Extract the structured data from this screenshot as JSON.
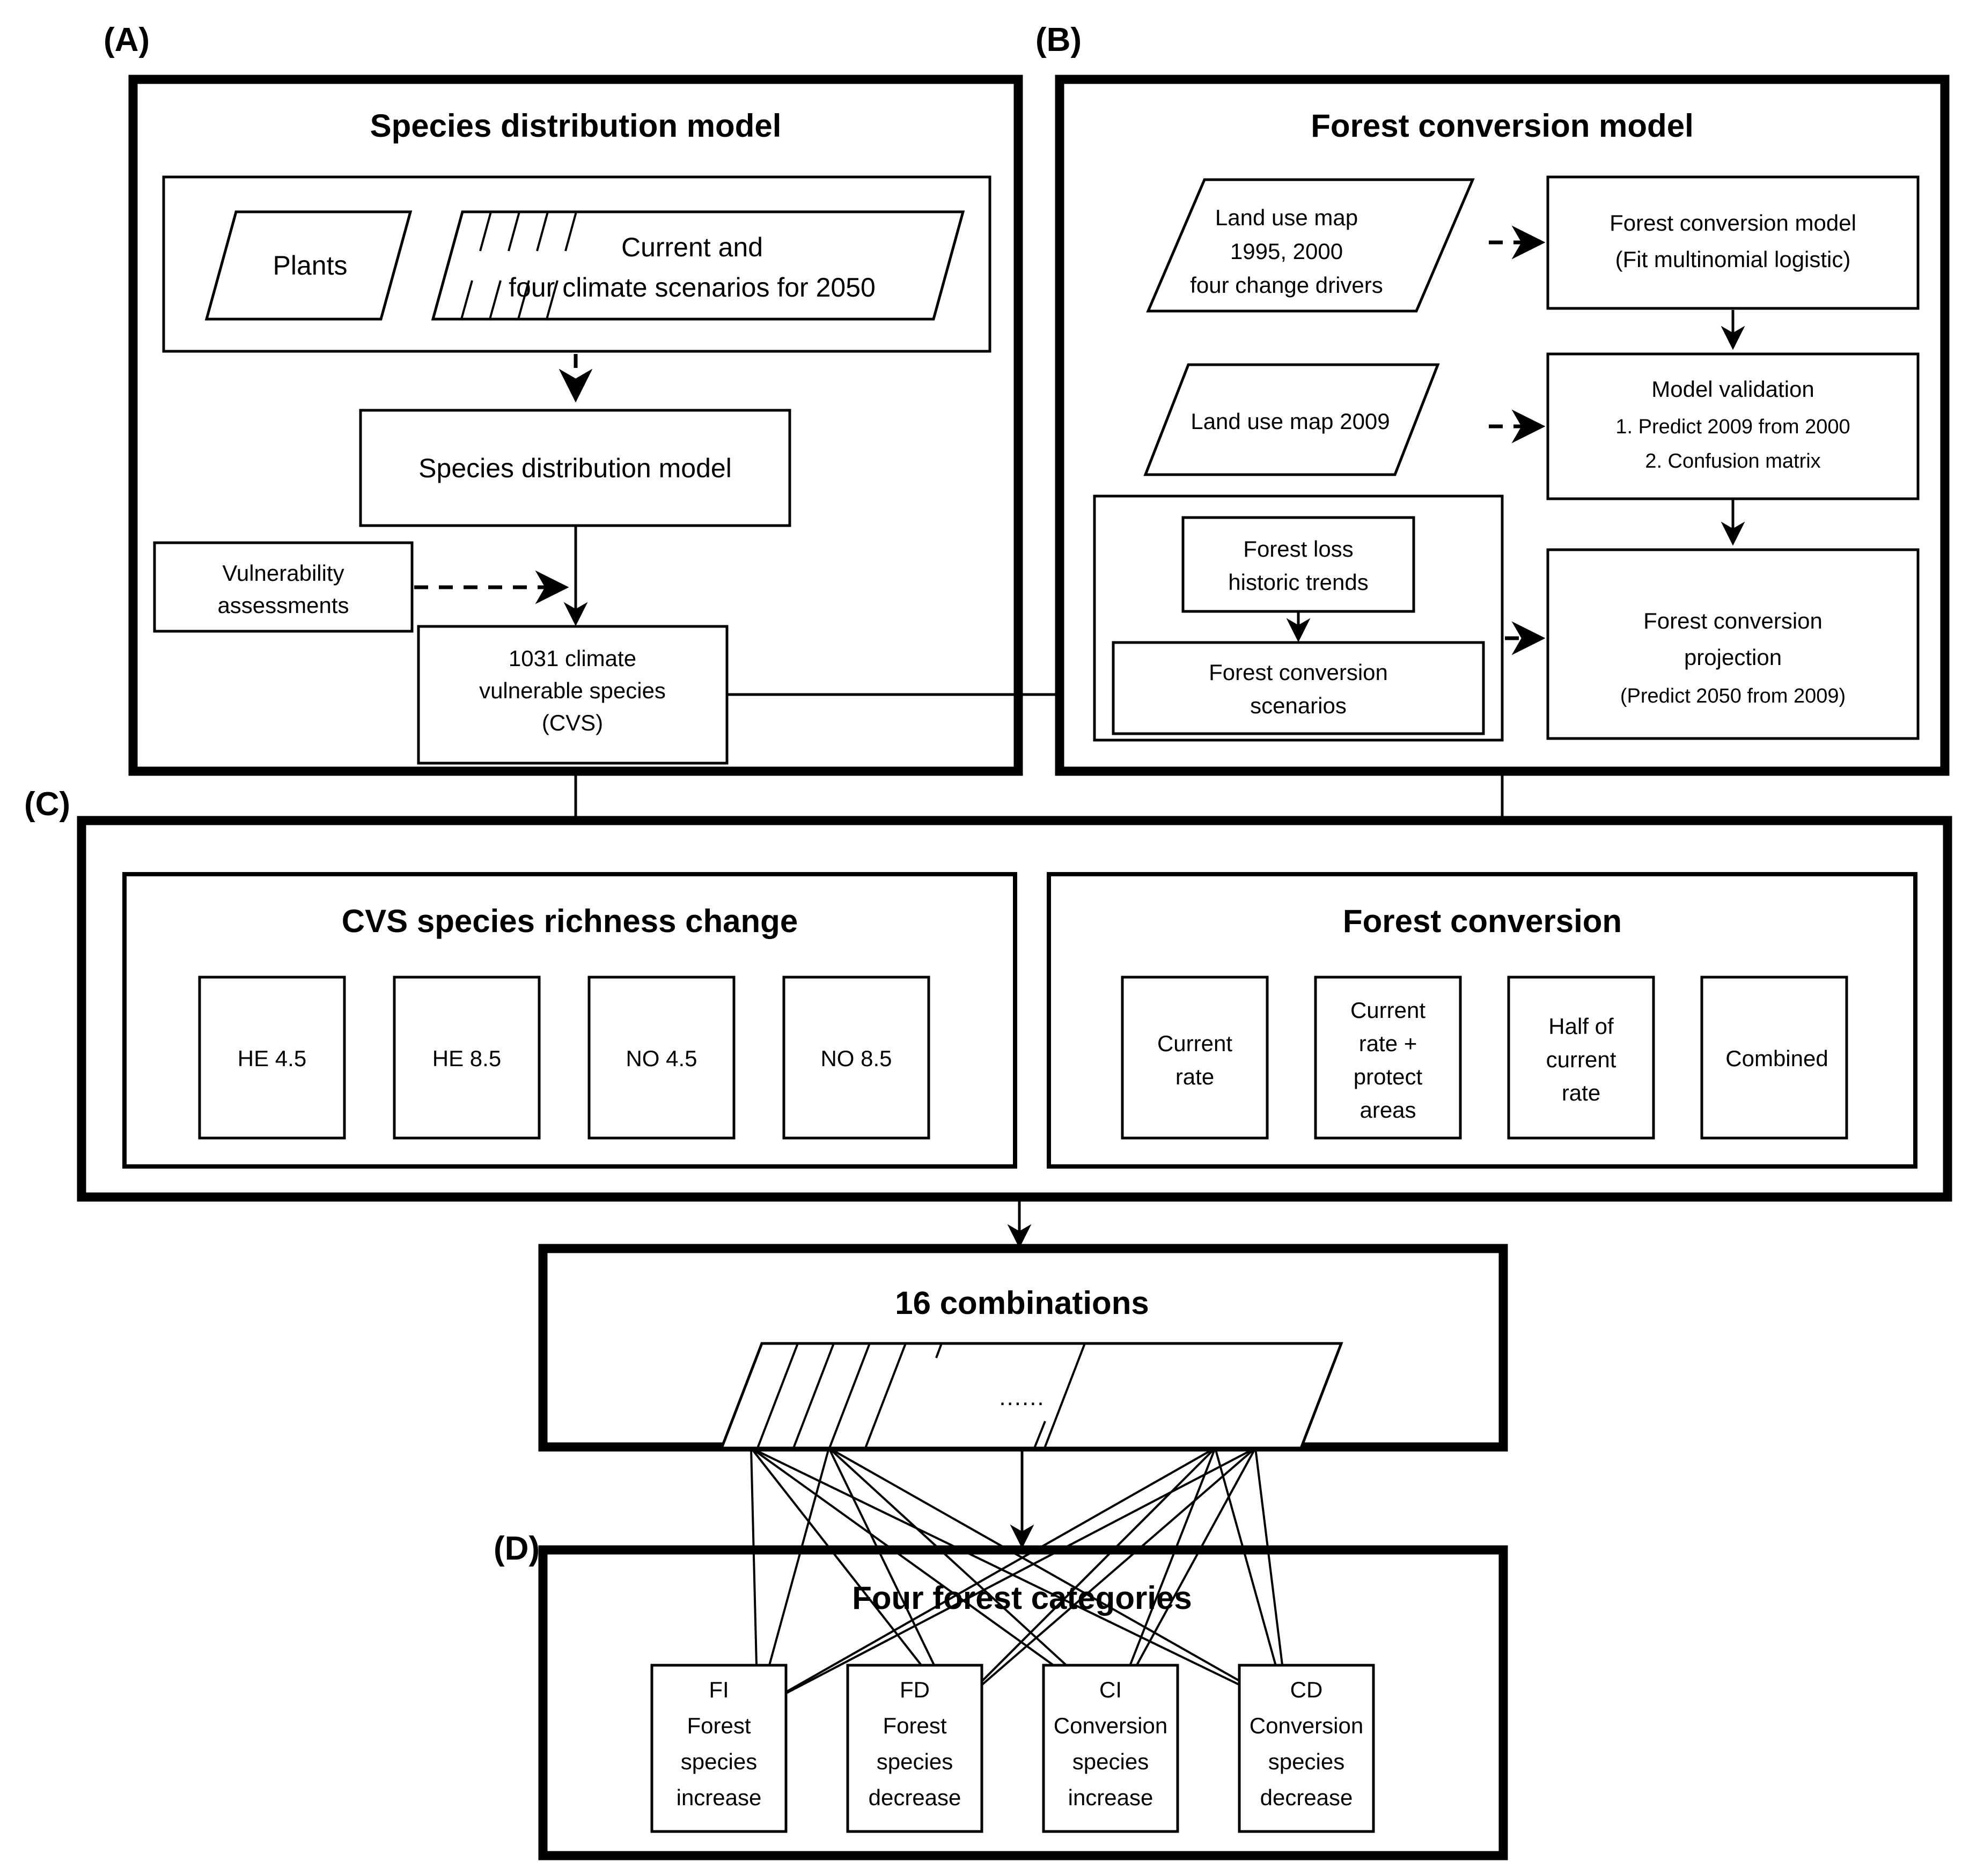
{
  "figure": {
    "type": "flowchart",
    "background": "#ffffff",
    "line_color": "#000000"
  },
  "panels": [
    {
      "id": "A",
      "label": "(A)",
      "title": "Species distribution model",
      "inputs": [
        {
          "shape": "parallelogram",
          "text": "Plants"
        },
        {
          "shape": "parallelogram-stack",
          "line1": "Current and",
          "line2": "four climate scenarios for 2050"
        }
      ],
      "nodes": [
        {
          "id": "sdm",
          "shape": "rect",
          "text": "Species distribution model"
        },
        {
          "id": "vuln",
          "shape": "rect",
          "line1": "Vulnerability",
          "line2": "assessments"
        },
        {
          "id": "cvs",
          "shape": "rect",
          "line1": "1031 climate",
          "line2": "vulnerable species",
          "line3": "(CVS)"
        }
      ]
    },
    {
      "id": "B",
      "label": "(B)",
      "title": "Forest conversion model",
      "inputs": [
        {
          "shape": "parallelogram",
          "line1": "Land use map",
          "line2": "1995, 2000",
          "line3": "four change drivers"
        },
        {
          "shape": "parallelogram",
          "text": "Land use map 2009"
        }
      ],
      "nodes": [
        {
          "id": "fcm",
          "shape": "rect",
          "line1": "Forest conversion model",
          "line2": "(Fit multinomial logistic)"
        },
        {
          "id": "validation",
          "shape": "rect",
          "line1": "Model validation",
          "line2": "1. Predict 2009 from 2000",
          "line3": "2. Confusion matrix"
        },
        {
          "id": "projection",
          "shape": "rect",
          "line1": "Forest conversion",
          "line2": "projection",
          "line3": "(Predict 2050 from 2009)"
        },
        {
          "id": "loss",
          "shape": "rect",
          "line1": "Forest loss",
          "line2": "historic trends"
        },
        {
          "id": "scenarios",
          "shape": "rect",
          "line1": "Forest conversion",
          "line2": "scenarios"
        }
      ]
    },
    {
      "id": "C",
      "label": "(C)",
      "groups": [
        {
          "title": "CVS species richness change",
          "items": [
            "HE 4.5",
            "HE 8.5",
            "NO 4.5",
            "NO 8.5"
          ]
        },
        {
          "title": "Forest conversion",
          "items_multiline": [
            [
              "Current",
              "rate"
            ],
            [
              "Current",
              "rate +",
              "protect",
              "areas"
            ],
            [
              "Half of",
              "current",
              "rate"
            ],
            [
              "Combined"
            ]
          ]
        }
      ]
    },
    {
      "id": "combinations",
      "title": "16 combinations",
      "stack_ellipsis": "......"
    },
    {
      "id": "D",
      "label": "(D)",
      "title": "Four forest categories",
      "categories": [
        {
          "code": "FI",
          "l1": "Forest",
          "l2": "species",
          "l3": "increase"
        },
        {
          "code": "FD",
          "l1": "Forest",
          "l2": "species",
          "l3": "decrease"
        },
        {
          "code": "CI",
          "l1": "Conversion",
          "l2": "species",
          "l3": "increase"
        },
        {
          "code": "CD",
          "l1": "Conversion",
          "l2": "species",
          "l3": "decrease"
        }
      ]
    }
  ]
}
